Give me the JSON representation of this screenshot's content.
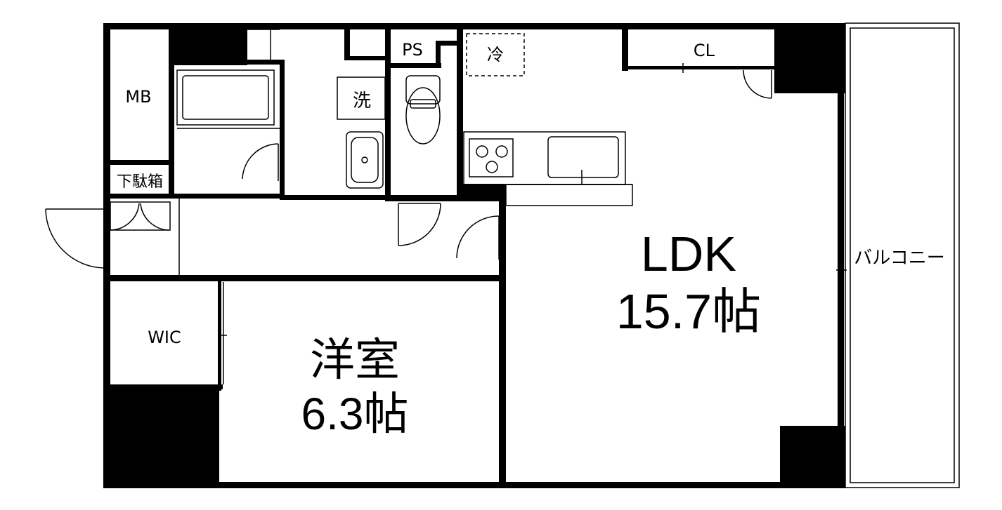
{
  "colors": {
    "wall": "#000000",
    "fixture_line": "#000000",
    "background": "#ffffff",
    "fixture_fill": "#f4f4f4"
  },
  "rooms": {
    "ldk_name": "LDK",
    "ldk_size": "15.7帖",
    "western_name": "洋室",
    "western_size": "6.3帖",
    "wic": "WIC",
    "mb": "MB",
    "shoe_box": "下駄箱",
    "washer": "洗",
    "ps": "PS",
    "fridge": "冷",
    "closet": "CL",
    "balcony": "バルコニー"
  },
  "icons": [
    "stove-icon",
    "kitchen-sink-icon",
    "toilet-icon",
    "washbasin-icon",
    "bathtub-icon",
    "door-swing-icon"
  ]
}
